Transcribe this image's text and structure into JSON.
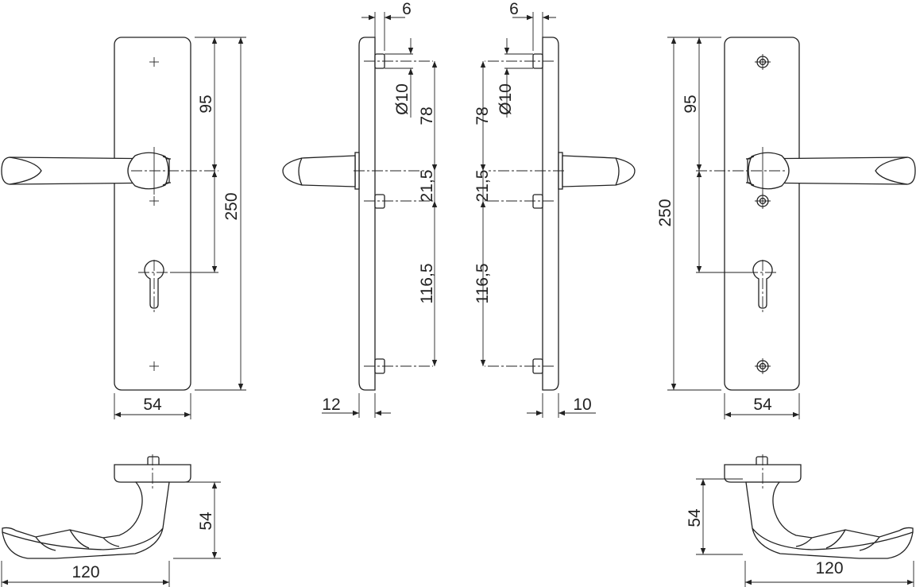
{
  "drawing": {
    "front_left": {
      "height": "250",
      "spindle_to_top": "95",
      "width": "54"
    },
    "side_left": {
      "screw_offset": "6",
      "screw_diameter": "Ø10",
      "upper": "78",
      "mid": "21,5",
      "lower": "116,5",
      "thickness": "12"
    },
    "side_right": {
      "screw_offset": "6",
      "screw_diameter": "Ø10",
      "upper": "78",
      "mid": "21,5",
      "lower": "116,5",
      "thickness": "10"
    },
    "front_right": {
      "height": "250",
      "spindle_to_top": "95",
      "width": "54"
    },
    "handle_left": {
      "height": "54",
      "length": "120"
    },
    "handle_right": {
      "height": "54",
      "length": "120"
    }
  }
}
